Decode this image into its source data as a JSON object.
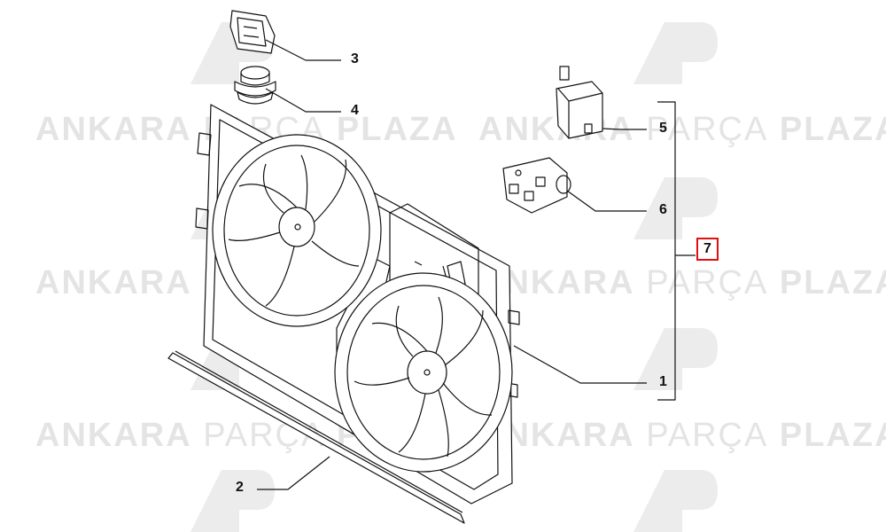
{
  "watermark": {
    "brand_bold_1": "ANKARA",
    "brand_light": "PARÇA",
    "brand_bold_2": "PLAZA",
    "logo_icon": "ap-logo-icon"
  },
  "callouts": [
    {
      "id": "1",
      "label": "1"
    },
    {
      "id": "2",
      "label": "2"
    },
    {
      "id": "3",
      "label": "3"
    },
    {
      "id": "4",
      "label": "4"
    },
    {
      "id": "5",
      "label": "5"
    },
    {
      "id": "6",
      "label": "6"
    },
    {
      "id": "7",
      "label": "7",
      "highlighted": true
    }
  ],
  "colors": {
    "highlight": "#e01010",
    "line": "#111111",
    "watermark": "#e4e4e4"
  }
}
